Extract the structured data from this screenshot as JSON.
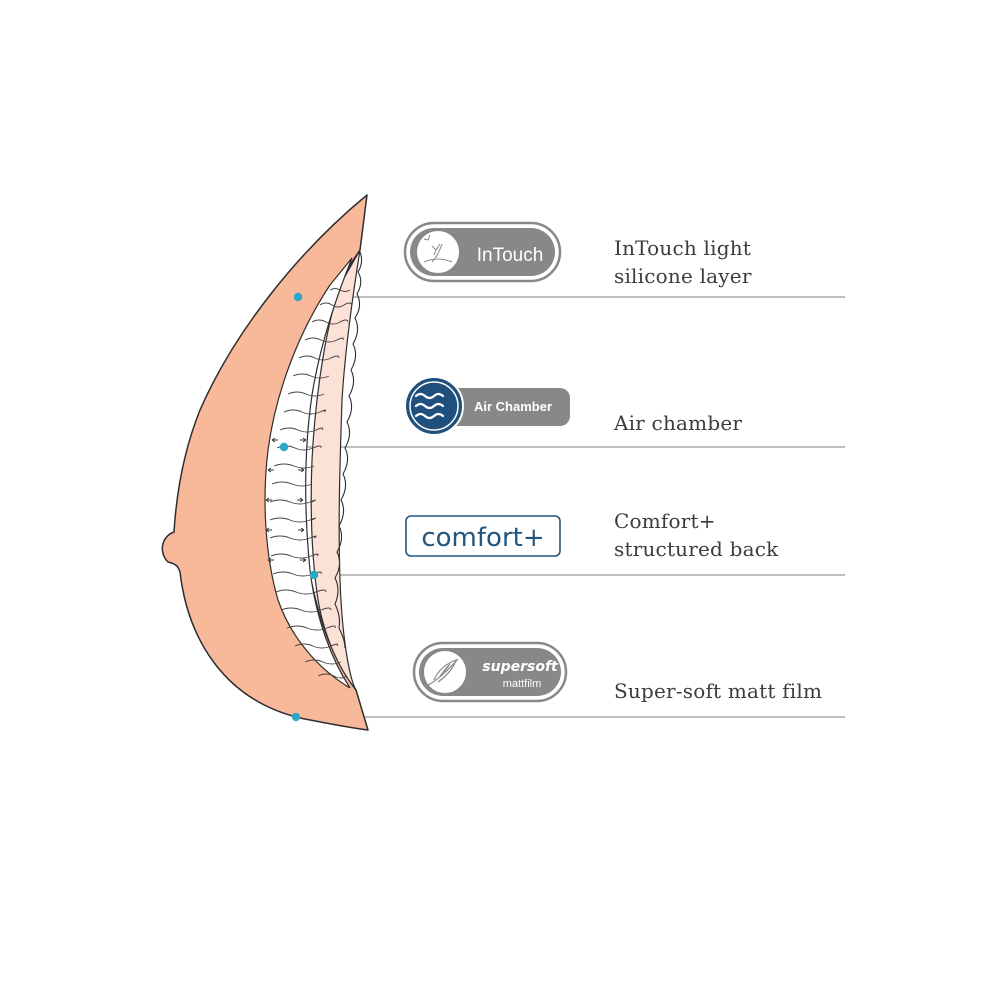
{
  "layers": [
    {
      "id": "intouch",
      "label_lines": [
        "InTouch light",
        "silicone layer"
      ],
      "badge_text": "InTouch",
      "icon": "dandelion-icon"
    },
    {
      "id": "air-chamber",
      "label_lines": [
        "Air chamber"
      ],
      "badge_text": "Air Chamber",
      "icon": "waves-icon"
    },
    {
      "id": "comfort",
      "label_lines": [
        "Comfort+",
        "structured back"
      ],
      "badge_text": "comfort+",
      "icon": "comfort-plus-logo"
    },
    {
      "id": "supersoft",
      "label_lines": [
        "Super-soft matt film"
      ],
      "badge_text": "supersoft",
      "badge_subtext": "mattfilm",
      "icon": "feather-icon"
    }
  ],
  "colors": {
    "skin": "#f8b99a",
    "skin_outline": "#2e2e2e",
    "back_layer": "#fbe1d6",
    "marker": "#2aa7c9",
    "leader_line": "#9a9a9a",
    "badge_grey": "#8a8886",
    "badge_blue": "#1f4f7c",
    "comfort_blue": "#24557c"
  }
}
